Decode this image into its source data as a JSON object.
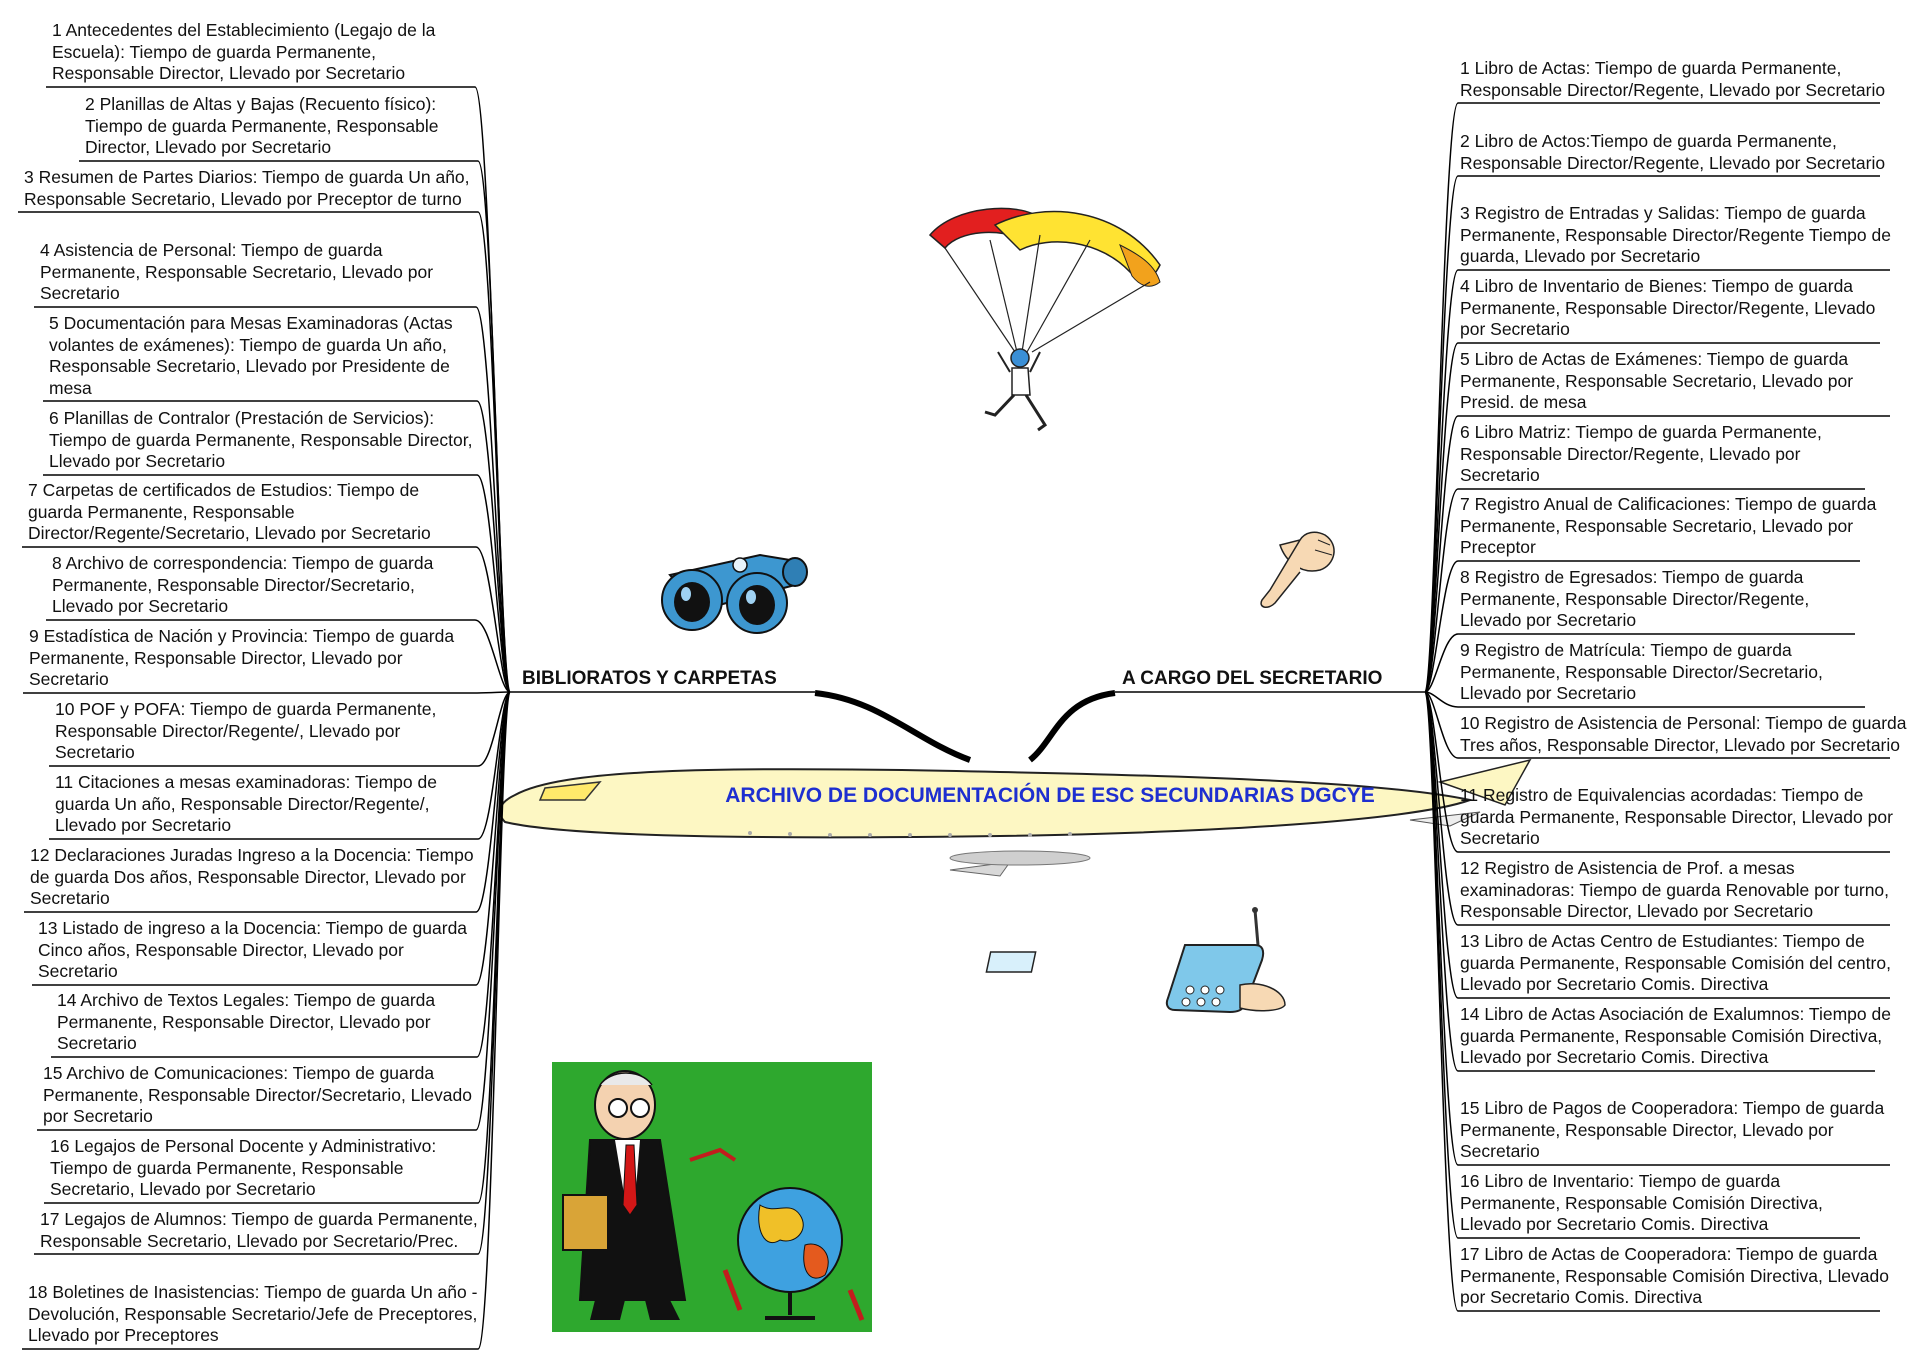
{
  "central": {
    "title": "ARCHIVO DE DOCUMENTACIÓN DE ESC SECUNDARIAS DGCYE"
  },
  "left_branch": {
    "label": "BIBLIORATOS Y CARPETAS",
    "items": [
      "1 Antecedentes del Establecimiento (Legajo de la Escuela): Tiempo de guarda Permanente, Responsable Director, Llevado por Secretario",
      "2 Planillas de Altas y Bajas (Recuento físico): Tiempo de guarda Permanente, Responsable Director, Llevado por Secretario",
      "3 Resumen de Partes Diarios: Tiempo de guarda Un año, Responsable Secretario, Llevado por Preceptor de turno",
      "4 Asistencia de Personal: Tiempo de guarda Permanente, Responsable Secretario, Llevado por Secretario",
      "5 Documentación para Mesas Examinadoras (Actas volantes de exámenes): Tiempo de guarda Un año, Responsable Secretario, Llevado por Presidente de mesa",
      "6 Planillas de Contralor (Prestación de Servicios): Tiempo de guarda Permanente, Responsable Director, Llevado por Secretario",
      "7 Carpetas de certificados de Estudios: Tiempo de guarda Permanente, Responsable Director/Regente/Secretario, Llevado por Secretario",
      "8 Archivo de correspondencia: Tiempo de guarda Permanente, Responsable Director/Secretario, Llevado por Secretario",
      "9 Estadística de Nación y Provincia: Tiempo de guarda Permanente, Responsable Director, Llevado por Secretario",
      "10 POF y POFA: Tiempo de guarda Permanente, Responsable Director/Regente/, Llevado por Secretario",
      "11 Citaciones a mesas examinadoras: Tiempo de guarda Un año, Responsable Director/Regente/, Llevado por Secretario",
      "12 Declaraciones Juradas Ingreso a la Docencia: Tiempo de guarda Dos años, Responsable Director, Llevado por Secretario",
      "13 Listado de ingreso a la Docencia: Tiempo de guarda Cinco años, Responsable Director, Llevado por Secretario",
      "14 Archivo de Textos Legales: Tiempo de guarda Permanente, Responsable Director, Llevado por Secretario",
      "15 Archivo de Comunicaciones: Tiempo de guarda Permanente, Responsable Director/Secretario, Llevado por Secretario",
      "16 Legajos de Personal Docente y Administrativo: Tiempo de guarda Permanente, Responsable Secretario, Llevado por Secretario",
      "17 Legajos de Alumnos: Tiempo de guarda Permanente, Responsable Secretario, Llevado por Secretario/Prec.",
      "18 Boletines de Inasistencias: Tiempo de guarda Un año - Devolución, Responsable Secretario/Jefe de Preceptores, Llevado por Preceptores"
    ]
  },
  "right_branch": {
    "label": "A CARGO DEL SECRETARIO",
    "items": [
      "1 Libro de Actas: Tiempo de guarda Permanente, Responsable Director/Regente, Llevado por Secretario",
      "2 Libro de Actos:Tiempo de guarda Permanente, Responsable Director/Regente, Llevado por Secretario",
      "3 Registro de Entradas y Salidas: Tiempo de guarda Permanente, Responsable Director/Regente Tiempo de guarda, Llevado por Secretario",
      "4 Libro de Inventario de Bienes: Tiempo de guarda Permanente, Responsable Director/Regente, Llevado por Secretario",
      "5 Libro de Actas de Exámenes: Tiempo de guarda Permanente, Responsable Secretario, Llevado por Presid. de mesa",
      "6 Libro Matriz: Tiempo de guarda Permanente, Responsable Director/Regente, Llevado por Secretario",
      "7 Registro Anual de Calificaciones: Tiempo de guarda Permanente, Responsable Secretario, Llevado por Preceptor",
      "8 Registro de Egresados: Tiempo de guarda Permanente, Responsable Director/Regente, Llevado por Secretario",
      "9 Registro de Matrícula: Tiempo de guarda Permanente, Responsable Director/Secretario, Llevado por Secretario",
      "10 Registro de Asistencia de Personal: Tiempo de guarda Tres años, Responsable Director, Llevado por Secretario",
      "11 Registro de Equivalencias acordadas: Tiempo de guarda Permanente, Responsable Director, Llevado por Secretario",
      "12 Registro de Asistencia de Prof. a mesas examinadoras: Tiempo de guarda Renovable por turno, Responsable Director, Llevado por Secretario",
      "13 Libro de Actas Centro de Estudiantes: Tiempo de guarda Permanente, Responsable Comisión del centro, Llevado por Secretario Comis. Directiva",
      "14 Libro de Actas Asociación de Exalumnos: Tiempo de guarda Permanente, Responsable Comisión Directiva, Llevado por Secretario Comis. Directiva",
      "15 Libro de Pagos de Cooperadora: Tiempo de guarda Permanente, Responsable Director, Llevado por Secretario",
      "16 Libro de Inventario: Tiempo de guarda Permanente, Responsable Comisión Directiva, Llevado por Secretario Comis. Directiva",
      "17 Libro de Actas de Cooperadora: Tiempo de guarda Permanente, Responsable Comisión Directiva, Llevado por Secretario Comis. Directiva"
    ]
  },
  "colors": {
    "title": "#1e2fd0",
    "line": "#000000",
    "plane_body": "#fdf7c3"
  },
  "clipart": [
    "parachute-icon",
    "binoculars-icon",
    "pointing-hand-icon",
    "mobile-phone-icon",
    "professor-globe-icon",
    "airplane-icon"
  ]
}
